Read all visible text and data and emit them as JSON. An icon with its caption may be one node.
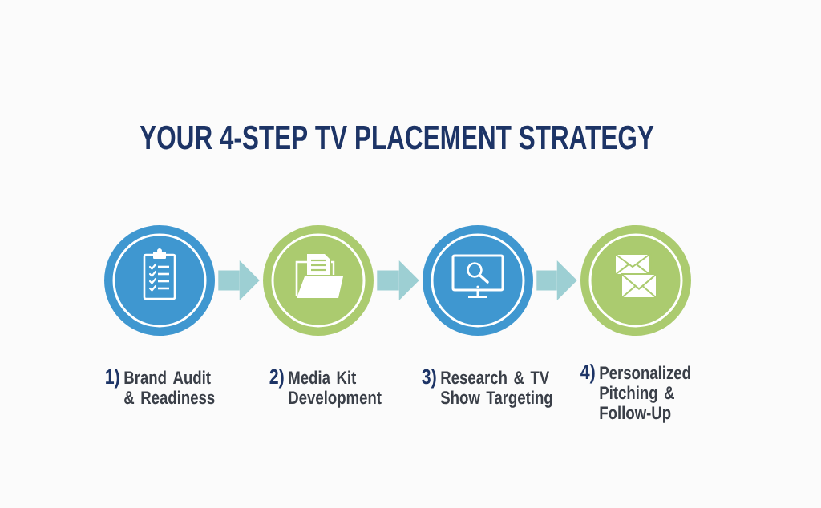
{
  "diagram": {
    "title": "YOUR 4-STEP TV PLACEMENT STRATEGY",
    "nodes": [
      {
        "text": [
          "1)",
          "Brand Audit & Readiness"
        ]
      },
      {
        "text": [
          "2)",
          "Media Kit Development"
        ]
      },
      {
        "text": [
          "3)",
          "Research & TV Show Targeting"
        ]
      },
      {
        "text": [
          "4)",
          "Personalized Pitching & Follow-Up"
        ]
      }
    ],
    "edges": [
      {
        "from": 0,
        "to": 1,
        "arrow": "to"
      },
      {
        "from": 1,
        "to": 2,
        "arrow": "to"
      },
      {
        "from": 2,
        "to": 3,
        "arrow": "to"
      }
    ]
  }
}
